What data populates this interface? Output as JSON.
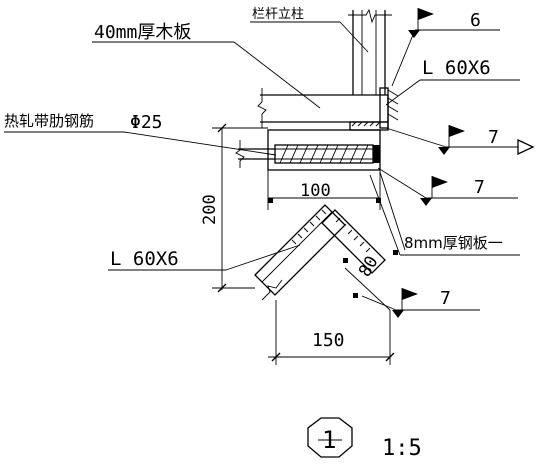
{
  "labels": {
    "wood_board": "40mm厚木板",
    "railing_post": "栏杆立柱",
    "rebar": "热轧带肋钢筋",
    "rebar_dia": "Φ25",
    "angle_top": "L 60X6",
    "angle_left": "L 60X6",
    "steel_plate": "8mm厚钢板一",
    "weld_6": "6",
    "weld_7a": "7",
    "weld_7b": "7",
    "weld_7c": "7",
    "dim_200": "200",
    "dim_100": "100",
    "dim_80": "80",
    "dim_150": "150",
    "detail_no": "1",
    "scale": "1:5"
  }
}
